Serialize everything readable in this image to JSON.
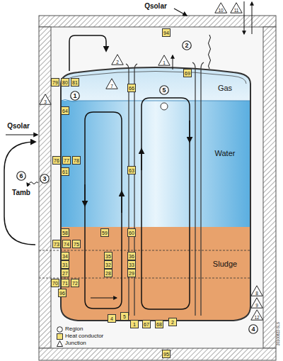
{
  "diagram": {
    "nodes": [
      {
        "text": [
          "10"
        ]
      },
      {
        "text": [
          "11"
        ]
      },
      {
        "text": [
          "94"
        ]
      },
      {
        "text": [
          "2"
        ]
      },
      {
        "text": [
          "1"
        ]
      },
      {
        "text": [
          "2"
        ]
      },
      {
        "text": [
          "69"
        ]
      },
      {
        "text": [
          "7"
        ]
      },
      {
        "text": [
          "79"
        ]
      },
      {
        "text": [
          "80"
        ]
      },
      {
        "text": [
          "81"
        ]
      },
      {
        "text": [
          "66"
        ]
      },
      {
        "text": [
          "5"
        ]
      },
      {
        "text": [
          "1"
        ]
      },
      {
        "text": [
          "3"
        ]
      },
      {
        "text": [
          "64"
        ]
      },
      {
        "text": [
          "76"
        ]
      },
      {
        "text": [
          "77"
        ]
      },
      {
        "text": [
          "78"
        ]
      },
      {
        "text": [
          "61"
        ]
      },
      {
        "text": [
          "63"
        ]
      },
      {
        "text": [
          "6"
        ]
      },
      {
        "text": [
          "3"
        ]
      },
      {
        "text": [
          "58"
        ]
      },
      {
        "text": [
          "59"
        ]
      },
      {
        "text": [
          "60"
        ]
      },
      {
        "text": [
          "73"
        ]
      },
      {
        "text": [
          "74"
        ]
      },
      {
        "text": [
          "75"
        ]
      },
      {
        "text": [
          "34"
        ]
      },
      {
        "text": [
          "35"
        ]
      },
      {
        "text": [
          "36"
        ]
      },
      {
        "text": [
          "31"
        ]
      },
      {
        "text": [
          "32"
        ]
      },
      {
        "text": [
          "33"
        ]
      },
      {
        "text": [
          "27"
        ]
      },
      {
        "text": [
          "28"
        ]
      },
      {
        "text": [
          "29"
        ]
      },
      {
        "text": [
          "70"
        ]
      },
      {
        "text": [
          "71"
        ]
      },
      {
        "text": [
          "72"
        ]
      },
      {
        "text": [
          "96"
        ]
      },
      {
        "text": [
          "8"
        ]
      },
      {
        "text": [
          "9"
        ]
      },
      {
        "text": [
          "12"
        ]
      },
      {
        "text": [
          "4"
        ]
      },
      {
        "text": [
          "5"
        ]
      },
      {
        "text": [
          "1"
        ]
      },
      {
        "text": [
          "67"
        ]
      },
      {
        "text": [
          "68"
        ]
      },
      {
        "text": [
          "2"
        ]
      },
      {
        "text": [
          "4"
        ]
      },
      {
        "text": [
          "95"
        ]
      }
    ],
    "labels": [
      "Qsolar",
      "Qsolar",
      "Tamb",
      "Gas",
      "Water",
      "Sludge",
      "20100822-SLS"
    ],
    "legend": [
      {
        "text": "Region"
      },
      {
        "text": "Heat conductor"
      },
      {
        "text": "Junction"
      }
    ]
  }
}
